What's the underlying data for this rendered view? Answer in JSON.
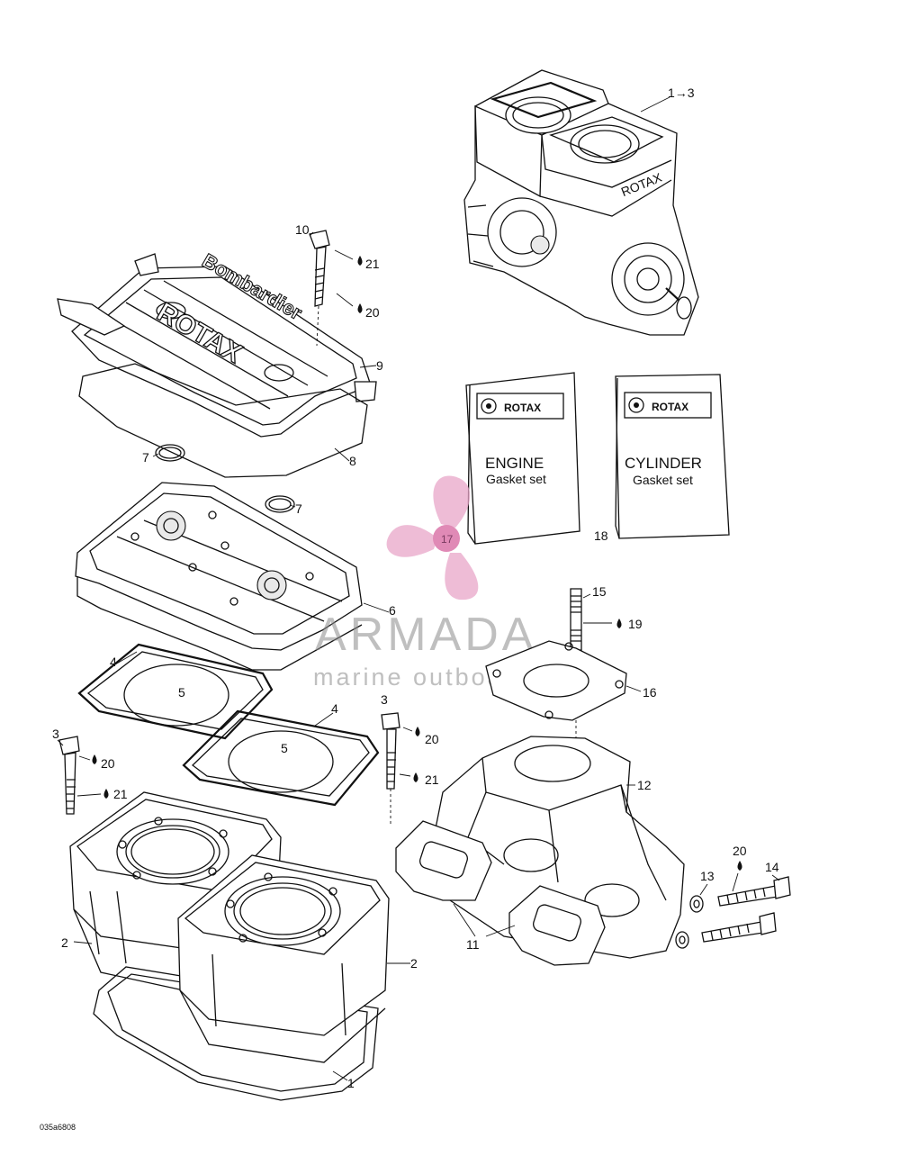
{
  "drawing_code": "035a6808",
  "books": {
    "engine": {
      "brand": "ROTAX",
      "title": "ENGINE",
      "subtitle": "Gasket set"
    },
    "cylinder": {
      "brand": "ROTAX",
      "title": "CYLINDER",
      "subtitle": "Gasket set"
    }
  },
  "watermark": {
    "name": "ARMADA",
    "tagline": "marine outboards",
    "logo_number": "17",
    "color": "#e8a6c8"
  },
  "callouts": {
    "c1_3": "1→3",
    "c10": "10",
    "c21a": "21",
    "c20a": "20",
    "c9": "9",
    "c7a": "7",
    "c8": "8",
    "c7b": "7",
    "c17": "17",
    "c18": "18",
    "c6": "6",
    "c15": "15",
    "c19": "19",
    "c4a": "4",
    "c5a": "5",
    "c4b": "4",
    "c5b": "5",
    "c16": "16",
    "c3a": "3",
    "c20b": "20",
    "c21b": "21",
    "c3b": "3",
    "c20c": "20",
    "c21c": "21",
    "c12": "12",
    "c20d": "20",
    "c13": "13",
    "c14": "14",
    "c11": "11",
    "c2a": "2",
    "c2b": "2",
    "c1": "1"
  }
}
